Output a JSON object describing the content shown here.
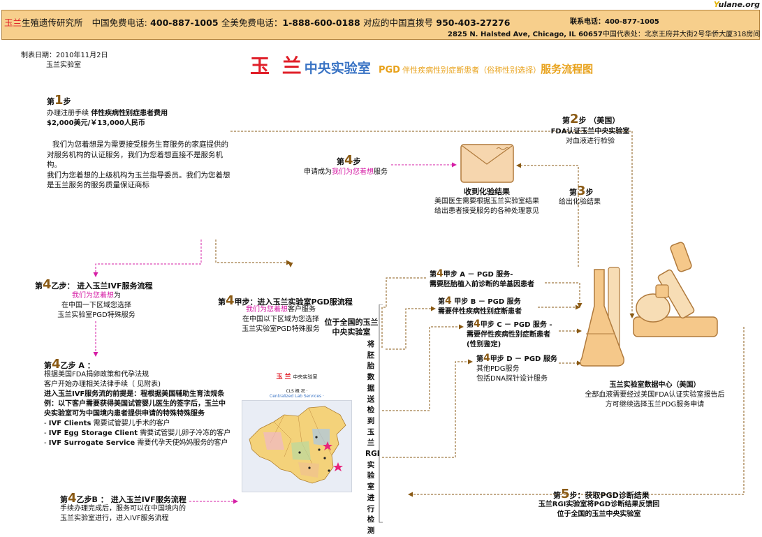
{
  "header": {
    "brand": "玉兰",
    "line1_rest": "生殖遗传研究所",
    "china_phone_label": "中国免费电话:",
    "china_phone": "400-887-1005",
    "us_phone_label": "全美免费电话：",
    "us_phone": "1-888-600-0188",
    "direct_label": "对应的中国直拨号",
    "direct_phone": "950-403-27276",
    "contact_label": "联系电话：",
    "contact_phone": "400-877-1005",
    "address_us": "2825 N.  Halsted Ave, Chicago, IL 60657",
    "address_cn": "中国代表处：北京王府井大街2号华侨大厦318房间",
    "logo_y": "Y",
    "logo_rest": "ulane.org"
  },
  "meta": {
    "date_label": "制表日期：2010年11月2日",
    "org": "玉兰实验室"
  },
  "title": {
    "yulan": "玉 兰",
    "lab": "中央实验室",
    "pgd": "PGD",
    "pgd_sub": "伴性疾病性别症断患者（俗称性别选择）",
    "service": "服务流程图"
  },
  "step1": {
    "prefix": "第",
    "num": "1",
    "suffix": "步",
    "l1a": "办理注册手续 ",
    "l1b": "伴性疾病性别症患者费用",
    "l2": "$2,000美元/￥13,000人民币",
    "p1": "我们为您着想是为需要接受服务生育服务的家庭提供的对服务机构的认证服务，我们为您着想直接不是服务机构。",
    "p2": "我们为您着想的上级机构为玉兰指导委员。我们为您着想是玉兰服务的服务质量保证商标"
  },
  "step2": {
    "prefix": "第",
    "num": "2",
    "suffix": "步 （美国）",
    "l1": "FDA认证玉兰中央实验室",
    "l2": "对血液进行检验"
  },
  "step3": {
    "prefix": "第",
    "num": "3",
    "suffix": "步",
    "l1": "给出化验结果"
  },
  "step4top": {
    "prefix": "第",
    "num": "4",
    "suffix": "步",
    "l1a": "申请成为",
    "l1b": "我们为您着想",
    "l1c": "服务"
  },
  "results": {
    "title": "收到化验结果",
    "l1": "美国医生需要根据玉兰实验室结果",
    "l2": "给出患者接受服务的各种处理意见"
  },
  "step4b": {
    "prefix": "第",
    "num": "4",
    "suffix": "乙步：  进入玉兰IVF服务流程",
    "l1a": "我们为您着想",
    "l1b": "为",
    "l2": "在中国一下区域您选择",
    "l3": "玉兰实验室PGD特殊服务"
  },
  "step4a": {
    "prefix": "第",
    "num": "4",
    "suffix": "甲步：进入玉兰实验室PGD服流程",
    "l1a": "我们为您着想",
    "l1b": "客户服务",
    "l2": "在中国以下区域为您选择",
    "l3": "玉兰实验室PGD特殊服务"
  },
  "step4bA": {
    "prefix": "第",
    "num": "4",
    "suffix": "乙步 A ：",
    "l1": "根据美国FDA捐卵政策和代孕法规",
    "l2": "客户开始办理相关法律手续（ 见附表)",
    "l3": "进入玉兰IVF服务流的前提是：程根据美国辅助生育法规条例：以下客户需要获得美国试管婴儿医生的签字后，玉兰中央实验室可为中国境内患者提供申请的特殊特殊服务",
    "items": [
      {
        "b": "IVF Clients",
        "t": " 需要试管婴儿手术的客户"
      },
      {
        "b": "IVF Egg Storage Client",
        "t": "  需要试管婴儿卵子冷冻的客户"
      },
      {
        "b": "IVF Surrogate Service",
        "t": "  需要代孕天使妈妈服务的客户"
      }
    ]
  },
  "step4bB": {
    "prefix": "第",
    "num": "4",
    "suffix": "乙步B ：  进入玉兰IVF服务流程",
    "l1": "手续办理完成后，服务可以在中国境内的",
    "l2": "玉兰实验室进行，进入IVF服务流程"
  },
  "center": {
    "l1": "位于全国的玉兰",
    "l2": "中央实验室",
    "vertical": "将胚胎数据送检到玉兰RGI实验室进行检测"
  },
  "mapbox": {
    "brand": "玉 兰",
    "brand_sub": "中央实验室",
    "cls": "CLS 概 况 ·",
    "services": "Centralized Lab Services ·"
  },
  "pgdA": {
    "prefix": "第",
    "num": "4",
    "suffix": "甲步 A － PGD 服务-",
    "l1": "需要胚胎植入前诊断的单基因患者"
  },
  "pgdB": {
    "prefix": "第",
    "num": "4",
    "suffix": " 甲步 B － PGD 服务",
    "l1": "需要伴性疾病性别症断患者"
  },
  "pgdC": {
    "prefix": "第",
    "num": "4",
    "suffix": "甲步 C － PGD 服务 -",
    "l1": "需要伴性疾病性别症断患者",
    "l2": "(性别鉴定)"
  },
  "pgdD": {
    "prefix": "第",
    "num": "4",
    "suffix": "甲步 D － PGD 服务",
    "l1": "其他PDG服务",
    "l2": "包括DNA探针设计服务"
  },
  "datacenter": {
    "title": "玉兰实验室数据中心（美国）",
    "l1": "全部血液需要经过美国FDA认证实验室报告后",
    "l2": "方可继续选择玉兰PDG服务申请"
  },
  "step5": {
    "prefix": "第",
    "num": "5",
    "suffix": "步：获取PGD诊断结果",
    "l1": "玉兰RGI实验室将PGD诊断结果反馈回",
    "l2": "位于全国的玉兰中央实验室"
  },
  "colors": {
    "header_bg": "#f7cf8c",
    "brand_red": "#e0202a",
    "title_blue": "#3973c4",
    "accent_orange": "#e8a21c",
    "magenta": "#d61fa6",
    "arrow_brown": "#8a5a14"
  }
}
